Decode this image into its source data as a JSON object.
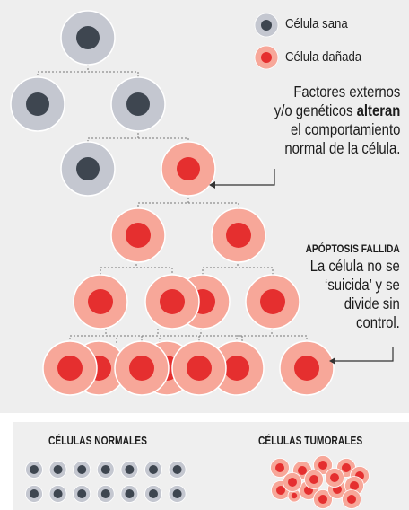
{
  "colors": {
    "healthy_inner": "#3e4650",
    "healthy_outer": "#c4c7d0",
    "damaged_inner": "#e52f2f",
    "damaged_outer": "#f7a799",
    "connector": "#777777",
    "background": "#eeeeee"
  },
  "legend": {
    "healthy_label": "Célula sana",
    "damaged_label": "Célula dañada"
  },
  "annotation_1": {
    "line1": "Factores externos",
    "line2_prefix": "y/o genéticos ",
    "line2_bold": "alteran",
    "line3": "el comportamiento",
    "line4": "normal de la célula."
  },
  "annotation_2": {
    "title": "APÓPTOSIS FALLIDA",
    "line1": "La célula no se",
    "line2": "‘suicida’ y se",
    "line3": "divide sin",
    "line4": "control."
  },
  "comparison": {
    "normal_title": "CÉLULAS NORMALES",
    "tumor_title": "CÉLULAS TUMORALES"
  }
}
